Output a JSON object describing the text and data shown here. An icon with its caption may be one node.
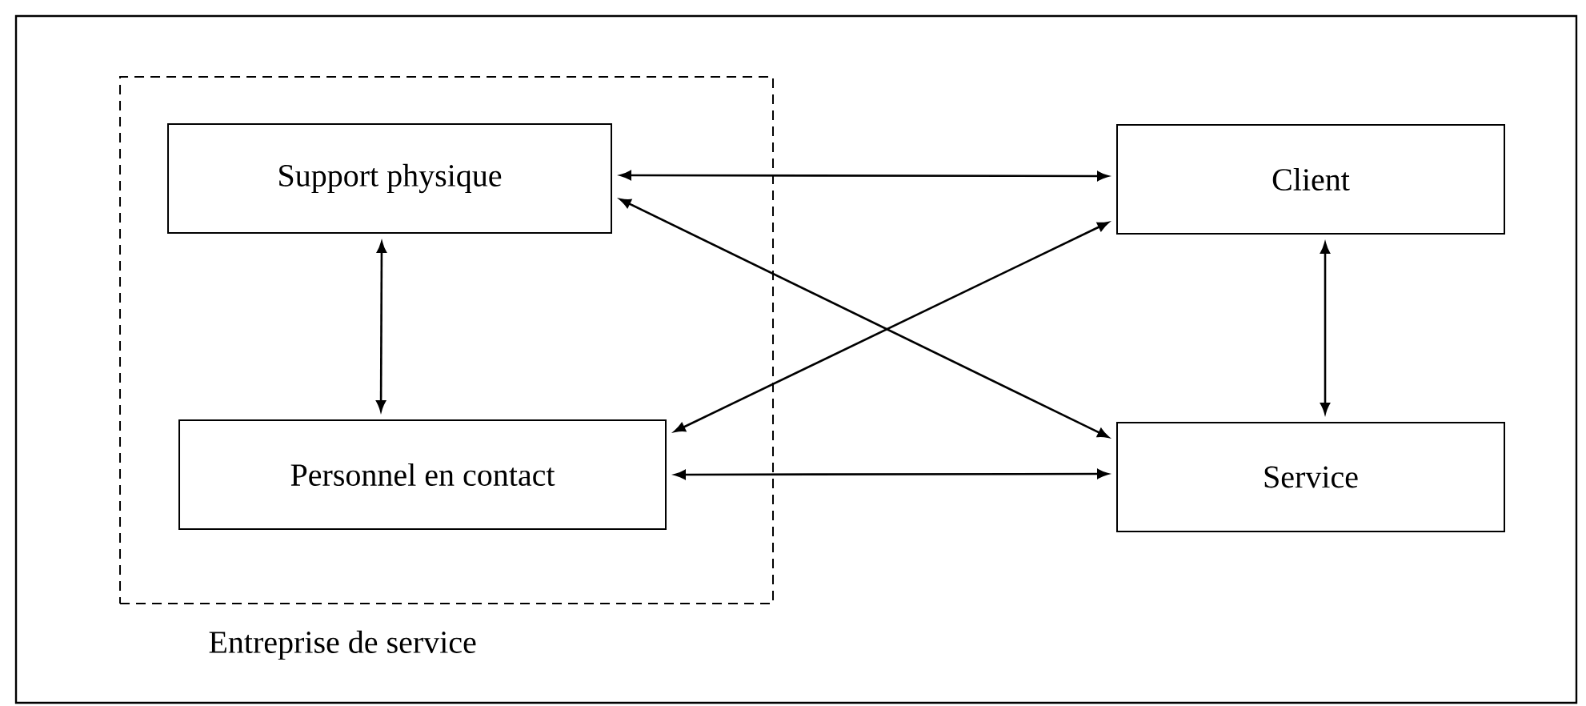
{
  "diagram": {
    "nodes": [
      {
        "text": [
          "Entreprise de service"
        ]
      },
      {
        "text": [
          "Support physique"
        ],
        "in": 0
      },
      {
        "text": [
          "Personnel en contact"
        ],
        "in": 0
      },
      {
        "text": [
          "Client"
        ]
      },
      {
        "text": [
          "Service"
        ]
      }
    ],
    "edges": [
      {
        "from": 1,
        "to": 3,
        "arrow": "both"
      },
      {
        "from": 1,
        "to": 2,
        "arrow": "both"
      },
      {
        "from": 1,
        "to": 4,
        "arrow": "both"
      },
      {
        "from": 2,
        "to": 3,
        "arrow": "both"
      },
      {
        "from": 3,
        "to": 4,
        "arrow": "both"
      },
      {
        "from": 2,
        "to": 4,
        "arrow": "both"
      }
    ]
  }
}
